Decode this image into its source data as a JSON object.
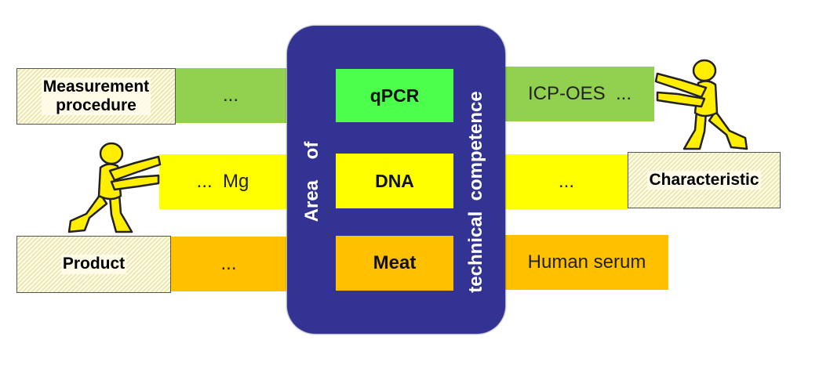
{
  "left_labels": {
    "measurement": "Measurement\nprocedure",
    "product": "Product"
  },
  "right_label": "Characteristic",
  "left_bars": {
    "top": "...",
    "middle": "...  Mg",
    "bottom": "..."
  },
  "right_bars": {
    "top": "ICP-OES  ...",
    "middle": "...",
    "bottom": "Human serum"
  },
  "center": {
    "top": "qPCR",
    "middle": "DNA",
    "bottom": "Meat"
  },
  "panel_text": {
    "left_vertical": "Area    of",
    "right_vertical": "technical  competence"
  },
  "colors": {
    "panel": "#333394",
    "green": "#92d050",
    "bright_green": "#4dff4d",
    "yellow": "#ffff00",
    "orange": "#ffc000",
    "figure": "#ffee00"
  },
  "icons": [
    "pushing-person-icon"
  ]
}
